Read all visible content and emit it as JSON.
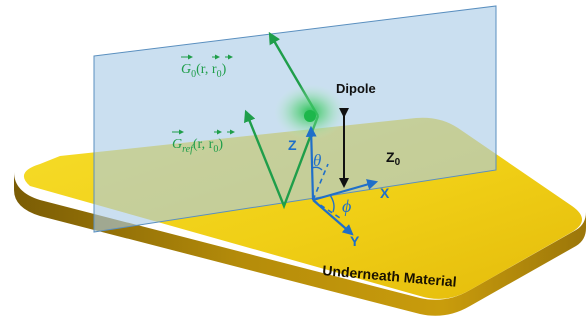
{
  "labels": {
    "dipole": "Dipole",
    "g0": {
      "symbol": "G",
      "sub": "0",
      "args": "(r, r",
      "args_sub": "0",
      "close": ")"
    },
    "gref": {
      "symbol": "G",
      "sub": "ref",
      "args": "(r, r",
      "args_sub": "0",
      "close": ")"
    },
    "z_axis": "Z",
    "x_axis": "X",
    "y_axis": "Y",
    "z0": {
      "main": "Z",
      "sub": "0"
    },
    "theta": "θ",
    "phi": "ϕ",
    "material": "Underneath Material"
  },
  "colors": {
    "plane_fill": "#a9cbe6",
    "plane_stroke": "#5a8fbf",
    "slab_top": "#f0d21a",
    "slab_side": "#a57f07",
    "green_ray": "#1f9e4a",
    "dipole": "#1fb84a",
    "axis_blue": "#1f6fc9",
    "text_black": "#111111"
  }
}
